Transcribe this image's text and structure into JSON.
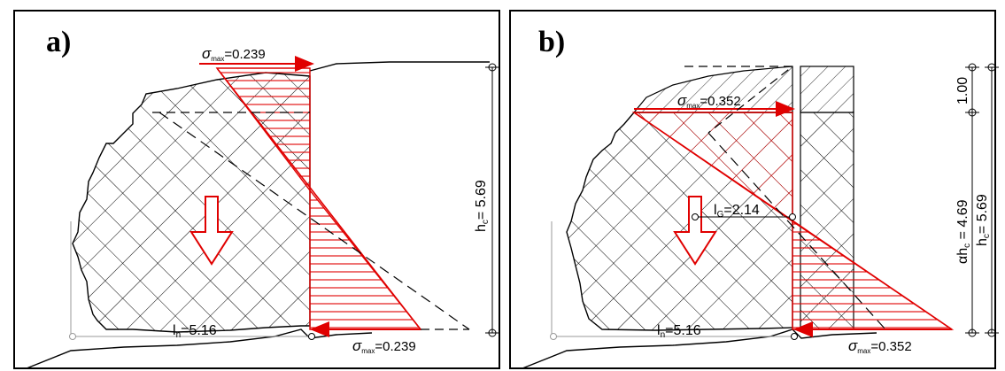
{
  "panel_a": {
    "label": "a)",
    "sigma_top": {
      "symbol": "σ",
      "sub": "max",
      "value": "=0.239"
    },
    "sigma_bottom": {
      "symbol": "σ",
      "sub": "max",
      "value": "=0.239"
    },
    "ln": {
      "main": "l",
      "sub": "n",
      "value": "=5.16"
    },
    "hc": {
      "main": "h",
      "sub": "c",
      "value": "= 5.69"
    }
  },
  "panel_b": {
    "label": "b)",
    "sigma_top": {
      "symbol": "σ",
      "sub": "max",
      "value": "=0.352"
    },
    "sigma_bottom": {
      "symbol": "σ",
      "sub": "max",
      "value": "=0.352"
    },
    "ln": {
      "main": "l",
      "sub": "n",
      "value": "=5.16"
    },
    "lg": {
      "main": "l",
      "sub": "G",
      "value": "=2.14"
    },
    "dim_top": "1.00",
    "alpha_hc": {
      "main": "αh",
      "sub": "c",
      "value": " = 4.69"
    },
    "hc": {
      "main": "h",
      "sub": "c",
      "value": "= 5.69"
    }
  },
  "colors": {
    "stress": "#e00000",
    "outline": "#000000",
    "dim_line": "#9a9a9a"
  }
}
